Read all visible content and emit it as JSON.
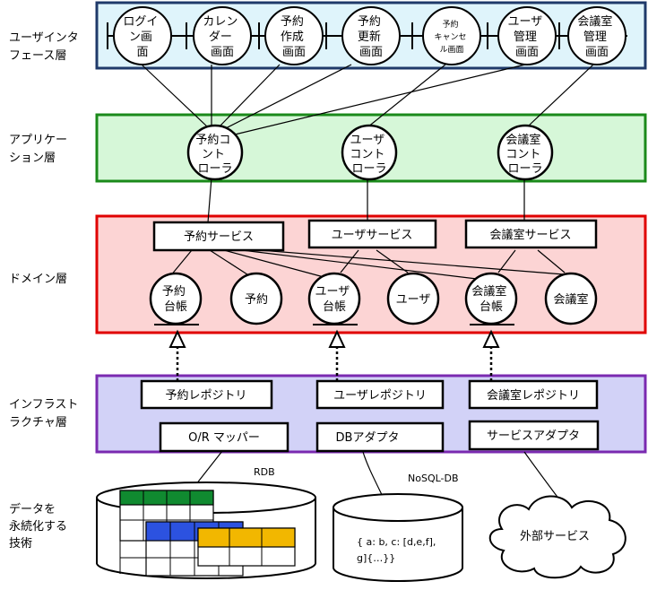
{
  "layers": {
    "ui": {
      "label": [
        "ユーザインタ",
        "フェース層"
      ],
      "fill": "#dff4fb",
      "stroke": "#1f3a6a"
    },
    "app": {
      "label": [
        "アプリケー",
        "ション層"
      ],
      "fill": "#d6f7d8",
      "stroke": "#1a8a1a"
    },
    "domain": {
      "label": [
        "ドメイン層"
      ],
      "fill": "#fcd4d4",
      "stroke": "#e00000"
    },
    "infra": {
      "label": [
        "インフラスト",
        "ラクチャ層"
      ],
      "fill": "#d2d2f7",
      "stroke": "#7a2ab0"
    },
    "persist": {
      "label": [
        "データを",
        "永続化する",
        "技術"
      ]
    }
  },
  "screens": [
    {
      "lines": [
        "ログイ",
        "ン画",
        "面"
      ]
    },
    {
      "lines": [
        "カレン",
        "ダー",
        "画面"
      ]
    },
    {
      "lines": [
        "予約",
        "作成",
        "画面"
      ]
    },
    {
      "lines": [
        "予約",
        "更新",
        "画面"
      ]
    },
    {
      "lines": [
        "予約",
        "キャンセ",
        "ル画面"
      ]
    },
    {
      "lines": [
        "ユーザ",
        "管理",
        "画面"
      ]
    },
    {
      "lines": [
        "会議室",
        "管理",
        "画面"
      ]
    }
  ],
  "controllers": [
    {
      "lines": [
        "予約コ",
        "ント",
        "ローラ"
      ]
    },
    {
      "lines": [
        "ユーザ",
        "コント",
        "ローラ"
      ]
    },
    {
      "lines": [
        "会議室",
        "コント",
        "ローラ"
      ]
    }
  ],
  "services": [
    "予約サービス",
    "ユーザサービス",
    "会議室サービス"
  ],
  "entities": [
    {
      "lines": [
        "予約",
        "台帳"
      ]
    },
    {
      "lines": [
        "予約"
      ]
    },
    {
      "lines": [
        "ユーザ",
        "台帳"
      ]
    },
    {
      "lines": [
        "ユーザ"
      ]
    },
    {
      "lines": [
        "会議室",
        "台帳"
      ]
    },
    {
      "lines": [
        "会議室"
      ]
    }
  ],
  "repositories": [
    "予約レポジトリ",
    "ユーザレポジトリ",
    "会議室レポジトリ"
  ],
  "adapters": [
    "O/R マッパー",
    "DBアダプタ",
    "サービスアダプタ"
  ],
  "stores": {
    "rdb_label": "RDB",
    "nosql_label": "NoSQL-DB",
    "nosql_text": [
      "{ a: b, c: [d,e,f],",
      "g]{…}}"
    ],
    "external": "外部サービス"
  },
  "colors": {
    "table_green": "#108a30",
    "table_blue": "#2c52e0",
    "table_yellow": "#f2b700"
  }
}
